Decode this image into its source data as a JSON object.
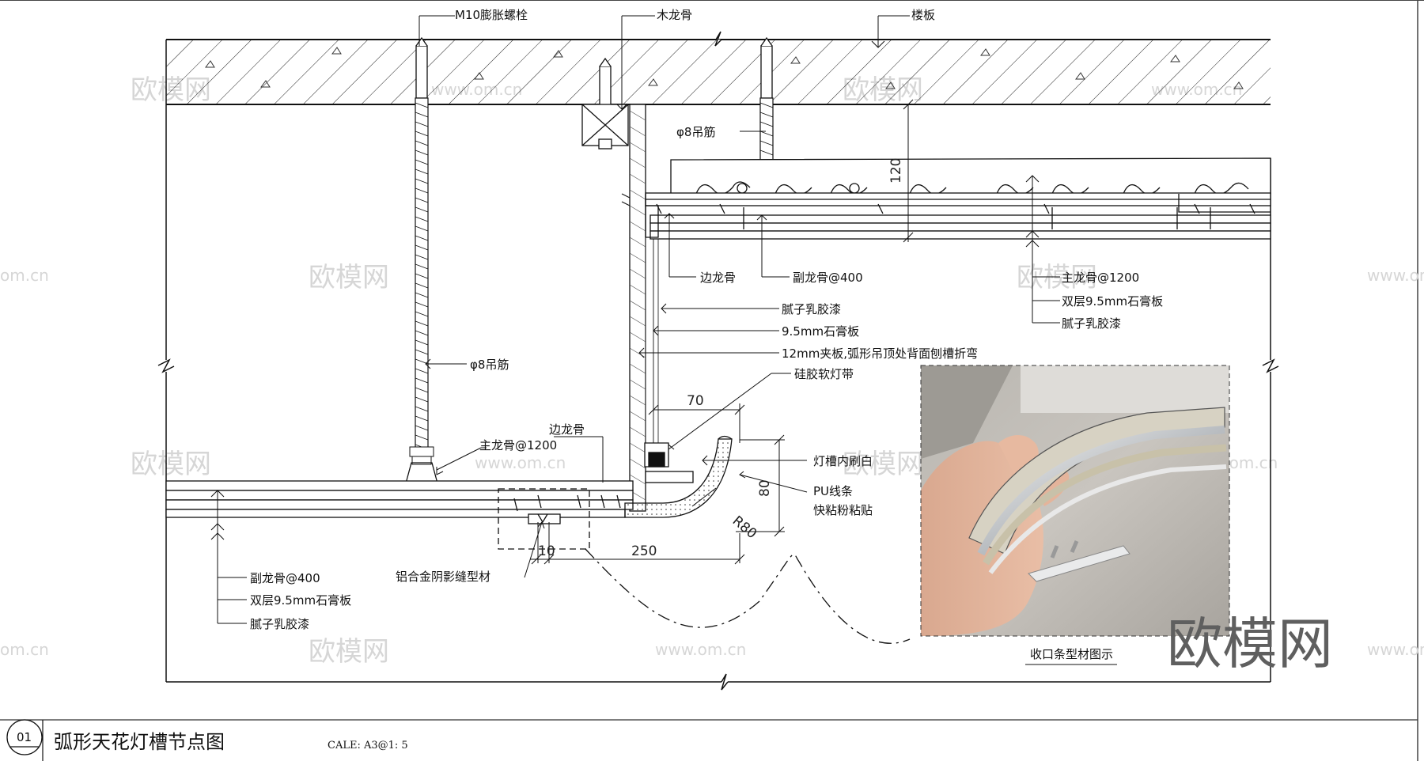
{
  "drawing": {
    "number": "01",
    "title": "弧形天花灯槽节点图",
    "scale": "CALE: A3@1: 5"
  },
  "watermark": {
    "big": "欧模网",
    "small": "欧模网",
    "url": "www.om.cn",
    "url_partial": "om.cn"
  },
  "labels": {
    "bolt": "M10膨胀螺栓",
    "wood_keel": "木龙骨",
    "slab": "楼板",
    "rod_upper": "φ8吊筋",
    "side_keel_upper": "边龙骨",
    "sub_keel_upper": "副龙骨@400",
    "main_keel_right": "主龙骨@1200",
    "double_gypsum_right": "双层9.5mm石膏板",
    "putty_right": "腻子乳胶漆",
    "putty_mid": "腻子乳胶漆",
    "gypsum_mid": "9.5mm石膏板",
    "plywood": "12mm夹板,弧形吊顶处背面刨槽折弯",
    "led_strip": "硅胶软灯带",
    "rod_left": "φ8吊筋",
    "side_keel_lower": "边龙骨",
    "main_keel_left": "主龙骨@1200",
    "cove_white": "灯槽内刷白",
    "pu_line": "PU线条",
    "pu_glue": "快粘粉粘贴",
    "sub_keel_lower": "副龙骨@400",
    "double_gypsum_lower": "双层9.5mm石膏板",
    "putty_lower": "腻子乳胶漆",
    "alu_profile": "铝合金阴影缝型材",
    "photo_caption": "收口条型材图示"
  },
  "dimensions": {
    "d120": "120",
    "d70": "70",
    "d80": "80",
    "r80": "R80",
    "d10": "10",
    "d250": "250"
  }
}
